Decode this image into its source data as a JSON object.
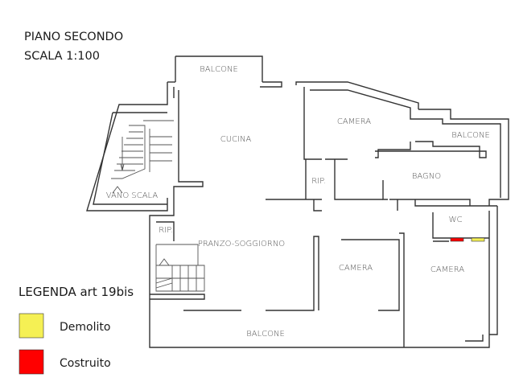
{
  "title": {
    "line1": "PIANO SECONDO",
    "line2": "SCALA 1:100"
  },
  "rooms": {
    "balcone_top": "BALCONE",
    "cucina": "CUCINA",
    "camera_top": "CAMERA",
    "balcone_right": "BALCONE",
    "bagno": "BAGNO",
    "rip_center": "RIP.",
    "vano_scala": "VANO SCALA",
    "rip_left": "RIP.",
    "pranzo": "PRANZO-SOGGIORNO",
    "wc": "WC",
    "camera_mid": "CAMERA",
    "camera_right": "CAMERA",
    "balcone_bottom": "BALCONE"
  },
  "legend": {
    "title": "LEGENDA art 19bis",
    "items": [
      {
        "label": "Demolito",
        "color": "#f5f054"
      },
      {
        "label": "Costruito",
        "color": "#ff0000"
      }
    ]
  },
  "colors": {
    "demolito": "#f5f054",
    "costruito": "#ff0000",
    "walls": "#333333"
  }
}
